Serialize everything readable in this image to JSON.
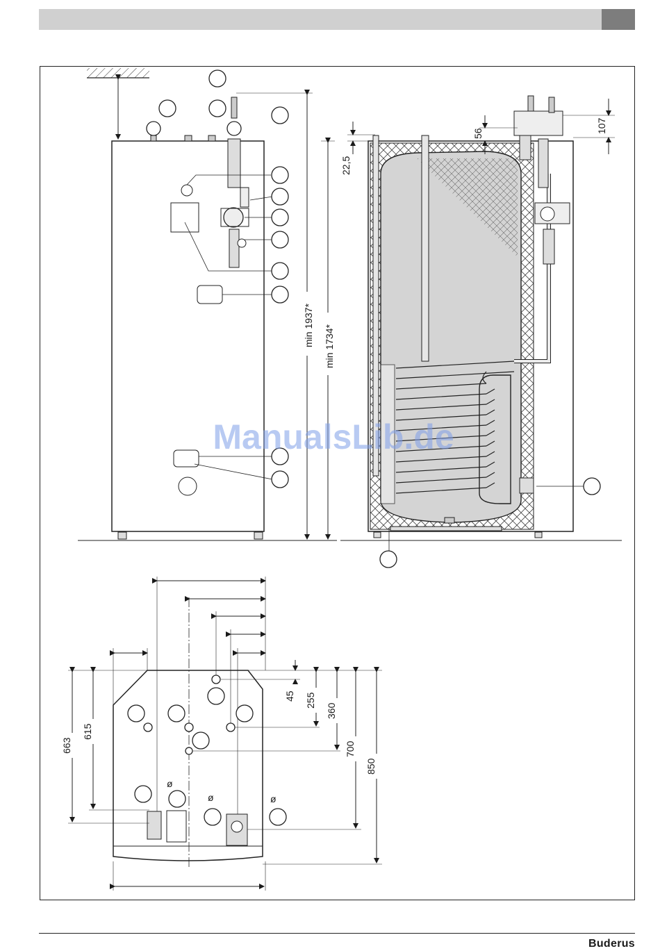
{
  "brand": "Buderus",
  "watermark": "ManualsLib.de",
  "colors": {
    "header_bar": "#d0d0d0",
    "header_tab": "#7d7d7d",
    "watermark": "#7f9fe8",
    "tank": "#d4d4d4"
  },
  "dimensions": {
    "min_1937": "min 1937*",
    "min_1734": "min 1734*",
    "d_107": "107",
    "d_56": "56",
    "d_22_5": "22,5",
    "d_45": "45",
    "d_255": "255",
    "d_360": "360",
    "d_700": "700",
    "d_850": "850",
    "d_663": "663",
    "d_615": "615"
  },
  "diameter_marks": [
    "ø",
    "ø",
    "ø"
  ]
}
